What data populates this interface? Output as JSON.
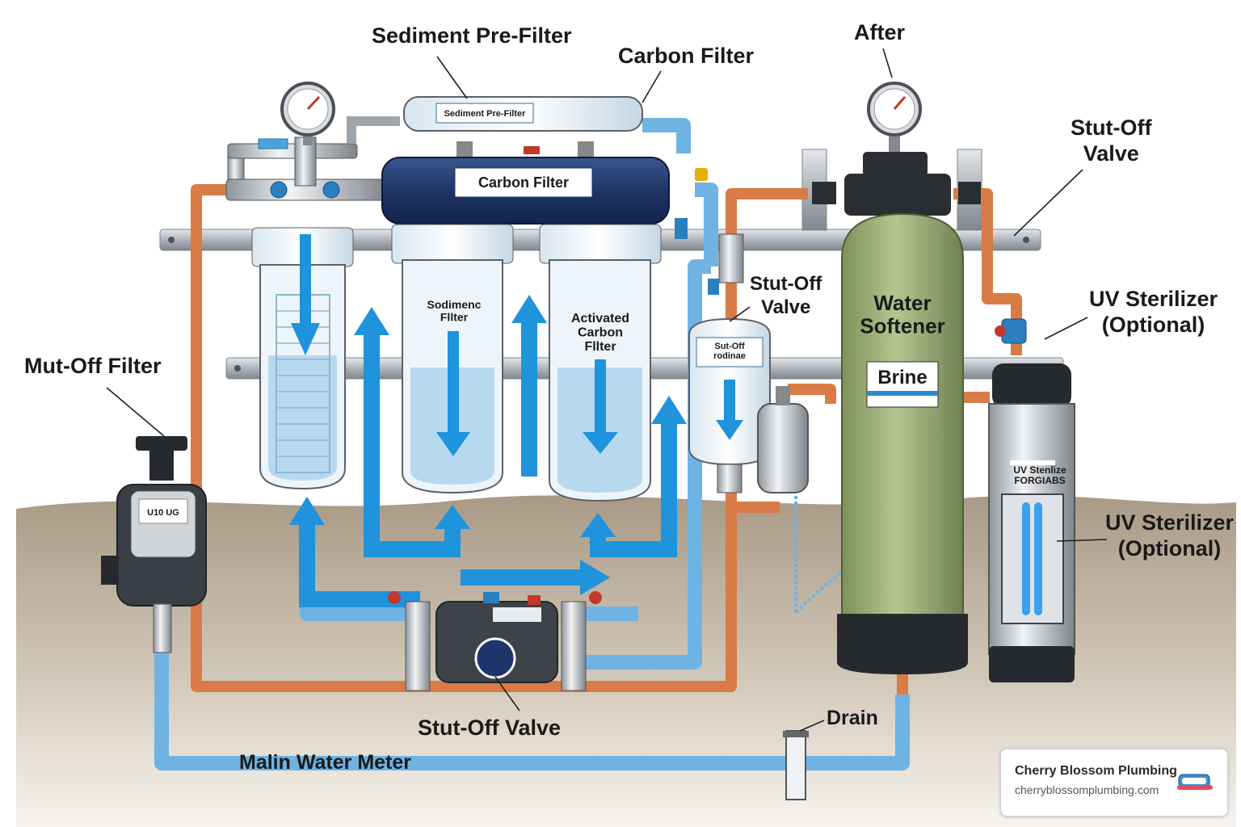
{
  "labels": {
    "sediment_prefilter": "Sediment Pre-Filter",
    "carbon_filter_top": "Carbon Filter",
    "after": "After",
    "stut_off_valve_right": "Stut-Off\nValve",
    "stut_off_valve_mid": "Stut-Off\nValve",
    "uv_sterilizer_top": "UV Sterilizer\n(Optional)",
    "uv_sterilizer_side": "UV Sterilizer\n(Optional)",
    "mut_off_filter": "Mut-Off Filter",
    "stut_off_valve_bottom": "Stut-Off Valve",
    "drain": "Drain",
    "main_water_meter": "Malin Water Meter"
  },
  "component_text": {
    "pre_filter_housing": "Sediment Pre-Filter",
    "carbon_housing": "Carbon Filter",
    "sediment_cartridge": "Sodimenc\nFllter",
    "activated_carbon_cartridge": "Activated\nCarbon\nFllter",
    "valve_tank": "Sut-Off\nrodinae",
    "meter_display": "U10 UG",
    "water_softener": "Water\nSoftener",
    "brine": "Brine",
    "uv_unit": "UV Stenlize\nFORGIABS"
  },
  "credit": {
    "name": "Cherry Blossom Plumbing",
    "url": "cherryblossomplumbing.com"
  },
  "colors": {
    "copper_pipe": "#d97b46",
    "water_pipe": "#6fb3e3",
    "flow_arrow": "#1f93dc",
    "navy_housing": "#1f3567",
    "softener_tank": "#9fb07a",
    "ground": "#b2a38f",
    "mounting_rail": "#b7bcc2"
  },
  "icons": [
    "pressure-gauge-icon",
    "flow-arrow-icon",
    "valve-handle-icon",
    "uv-lamp-icon",
    "brand-logo-icon"
  ]
}
